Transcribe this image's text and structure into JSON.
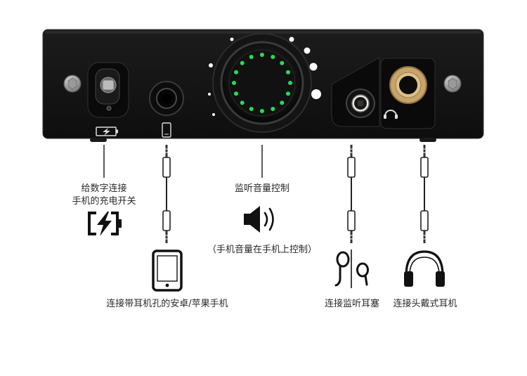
{
  "labels": {
    "charge_line1": "给数字连接",
    "charge_line2": "手机的充电开关",
    "volume_title": "监听音量控制",
    "volume_note": "（手机音量在手机上控制）",
    "phone_connect": "连接带耳机孔的安卓/苹果手机",
    "earbuds_connect": "连接监听耳塞",
    "headphones_connect": "连接头戴式耳机"
  },
  "icons": {
    "charge_switch": "battery-charging-icon",
    "phone_port": "smartphone-icon",
    "volume": "speaker-icon",
    "headphone_port": "headphone-icon"
  },
  "colors": {
    "device_body": "#161616",
    "led": "#22dd55",
    "brass_jack": "#c8a46a",
    "line": "#222222"
  },
  "volume_ring": {
    "led_count": 16
  }
}
